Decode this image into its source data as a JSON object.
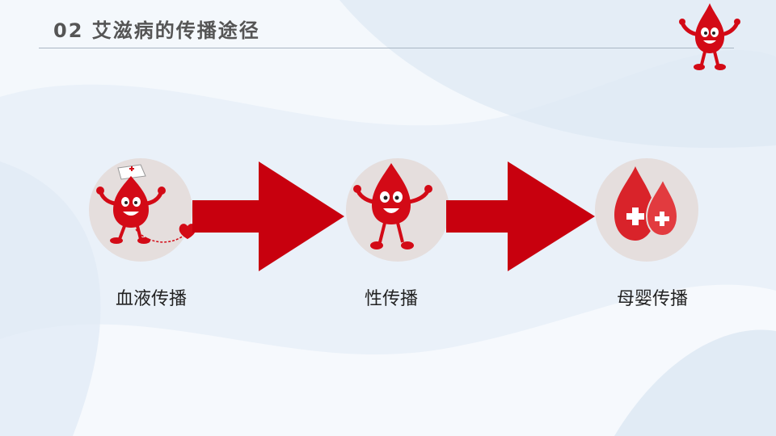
{
  "header": {
    "title": "02 艾滋病的传播途径"
  },
  "routes": [
    {
      "label": "血液传播",
      "icon": "nurse-blood-drop-icon"
    },
    {
      "label": "性传播",
      "icon": "blood-drop-mascot-icon"
    },
    {
      "label": "母婴传播",
      "icon": "blood-drops-cross-icon"
    }
  ],
  "colors": {
    "accent": "#cc0a14",
    "arrow": "#c8000e",
    "circle": "#e5dedd",
    "title": "#555555",
    "background": "#eaf1f9"
  }
}
